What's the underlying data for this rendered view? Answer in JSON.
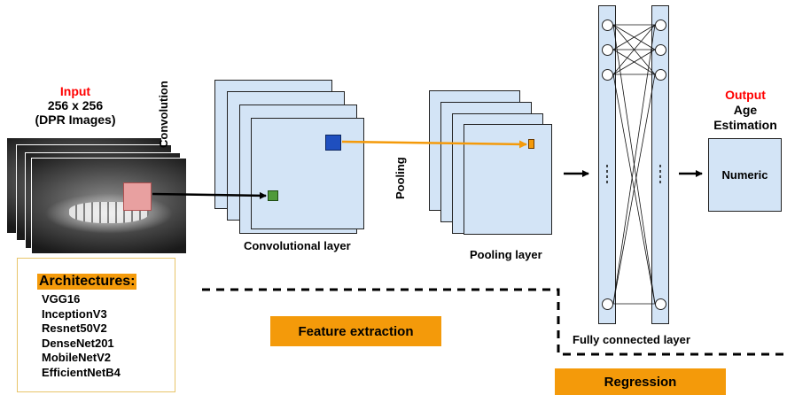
{
  "input": {
    "title": "Input",
    "size": "256 x 256",
    "desc": "(DPR Images)"
  },
  "conv": {
    "side_label": "Convolution",
    "bottom_label": "Convolutional layer"
  },
  "pool": {
    "side_label": "Pooling",
    "bottom_label": "Pooling layer"
  },
  "fc": {
    "bottom_label": "Fully connected layer"
  },
  "output": {
    "title": "Output",
    "line1": "Age",
    "line2": "Estimation",
    "box": "Numeric"
  },
  "architectures": {
    "title": "Architectures:",
    "items": [
      "VGG16",
      "InceptionV3",
      "Resnet50V2",
      "DenseNet201",
      "MobileNetV2",
      "EfficientNetB4"
    ]
  },
  "stages": {
    "feature": "Feature extraction",
    "regression": "Regression"
  },
  "colors": {
    "accent_red": "#ff0000",
    "orange": "#f49a0a",
    "plane_fill": "#d3e4f6",
    "kernel_green": "#4f9a3a",
    "kernel_blue": "#1f4fbf",
    "patch_pink": "#e8a0a0"
  }
}
